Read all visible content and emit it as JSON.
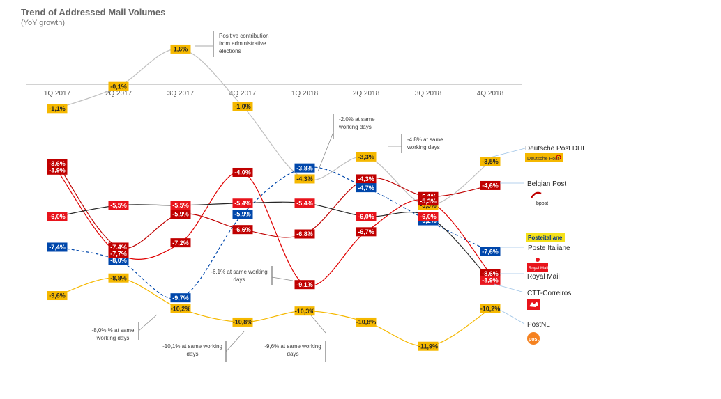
{
  "chart_data": {
    "type": "line",
    "title": "Trend of Addressed Mail Volumes",
    "subtitle": "(YoY growth)",
    "categories": [
      "1Q 2017",
      "2Q 2017",
      "3Q 2017",
      "4Q 2017",
      "1Q 2018",
      "2Q 2018",
      "3Q 2018",
      "4Q 2018"
    ],
    "ylim": [
      -13,
      2.5
    ],
    "grid": false,
    "legend": "right",
    "series": [
      {
        "name": "Deutsche Post DHL",
        "color": "#F5B800",
        "line_color": "#BFBFBF",
        "text_color": "#262626",
        "dashed": false,
        "values": [
          -1.1,
          -0.1,
          1.6,
          -1.0,
          -4.3,
          -3.3,
          -5.5,
          -3.5
        ],
        "labels": [
          "-1,1%",
          "-0,1%",
          "1,6%",
          "-1,0%",
          "-4,3%",
          "-3,3%",
          "-5,5%",
          "-3,5%"
        ]
      },
      {
        "name": "Belgian Post",
        "color": "#C00000",
        "line_color": "#C00000",
        "text_color": "#ffffff",
        "dashed": false,
        "values": [
          -3.6,
          -7.4,
          -5.9,
          -6.6,
          -6.8,
          -4.3,
          -5.1,
          -4.6
        ],
        "labels": [
          "-3,6%",
          "-7,4%",
          "-5,9%",
          "-6,6%",
          "-6,8%",
          "-4,3%",
          "-5,1%",
          "-4,6%"
        ]
      },
      {
        "name": "Poste Italiane",
        "color": "#0047AB",
        "line_color": "#0047AB",
        "text_color": "#ffffff",
        "dashed": true,
        "values": [
          -7.4,
          -8.0,
          -9.7,
          -5.9,
          -3.8,
          -4.7,
          -6.2,
          -7.6
        ],
        "labels": [
          "-7,4%",
          "-8,0%",
          "-9,7%",
          "-5,9%",
          "-3,8%",
          "-4,7%",
          "-6,2%",
          "-7,6%"
        ]
      },
      {
        "name": "Royal Mail",
        "color": "#C00000",
        "line_color": "#E00000",
        "text_color": "#ffffff",
        "dashed": false,
        "values": [
          -3.9,
          -7.7,
          -7.2,
          -4.0,
          -9.1,
          -6.7,
          -5.3,
          -8.6
        ],
        "labels": [
          "-3,9%",
          "-7,7%",
          "-7,2%",
          "-4,0%",
          "-9,1%",
          "-6,7%",
          "-5,3%",
          "-8,6%"
        ]
      },
      {
        "name": "CTT-Correiros",
        "color": "#E8141C",
        "line_color": "#262626",
        "text_color": "#ffffff",
        "dashed": false,
        "values": [
          -6.0,
          -5.5,
          -5.5,
          -5.4,
          -5.4,
          -6.0,
          -6.0,
          -8.9
        ],
        "labels": [
          "-6,0%",
          "-5,5%",
          "-5,5%",
          "-5,4%",
          "-5,4%",
          "-6,0%",
          "-6,0%",
          "-8,9%"
        ]
      },
      {
        "name": "PostNL",
        "color": "#F5B800",
        "line_color": "#F5B800",
        "text_color": "#262626",
        "dashed": false,
        "values": [
          -9.6,
          -8.8,
          -10.2,
          -10.8,
          -10.3,
          -10.8,
          -11.9,
          -10.2
        ],
        "labels": [
          "-9,6%",
          "-8,8%",
          "-10,2%",
          "-10,8%",
          "-10,3%",
          "-10,8%",
          "-11,9%",
          "-10,2%"
        ]
      }
    ],
    "annotations": [
      {
        "text": [
          "Positive contribution",
          "from administrative",
          "elections"
        ]
      },
      {
        "text": [
          "-2.0% at same",
          "working days"
        ]
      },
      {
        "text": [
          "-4.8% at same",
          "working days"
        ]
      },
      {
        "text": [
          "-8,0% % at same",
          "working days"
        ]
      },
      {
        "text": [
          "-10,1% at same working",
          "days"
        ]
      },
      {
        "text": [
          "-6,1% at same working",
          "days"
        ]
      },
      {
        "text": [
          "-9,6% at same working",
          "days"
        ]
      }
    ],
    "logos": [
      {
        "text": "Deutsche Post",
        "color": "#F5B800"
      },
      {
        "text": "bpost",
        "color": "#C00000"
      },
      {
        "text": "Posteitaliane",
        "color": "#F5E11A"
      },
      {
        "text": "Royal Mail",
        "color": "#E8141C"
      },
      {
        "text": "",
        "color": "#E8141C"
      },
      {
        "text": "post",
        "color": "#F58220"
      }
    ]
  }
}
